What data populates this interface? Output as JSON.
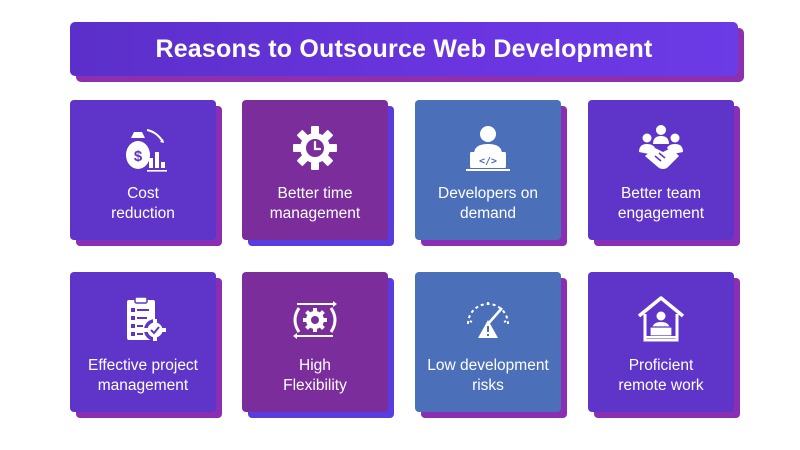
{
  "title": "Reasons to Outsource Web Development",
  "cards": [
    {
      "label_line1": "Cost",
      "label_line2": "reduction",
      "icon": "money-bag-chart-icon"
    },
    {
      "label_line1": "Better time",
      "label_line2": "management",
      "icon": "gear-clock-icon"
    },
    {
      "label_line1": "Developers on",
      "label_line2": "demand",
      "icon": "developer-laptop-icon"
    },
    {
      "label_line1": "Better team",
      "label_line2": "engagement",
      "icon": "team-handshake-icon"
    },
    {
      "label_line1": "Effective project",
      "label_line2": "management",
      "icon": "clipboard-gear-icon"
    },
    {
      "label_line1": "High",
      "label_line2": "Flexibility",
      "icon": "gear-arrows-icon"
    },
    {
      "label_line1": "Low development",
      "label_line2": "risks",
      "icon": "risk-gauge-icon"
    },
    {
      "label_line1": "Proficient",
      "label_line2": "remote work",
      "icon": "home-worker-icon"
    }
  ],
  "colors": {
    "banner": "#6a35e0",
    "violet": "#5f35c9",
    "plum": "#7b2d9c",
    "blue": "#4b6fb8"
  }
}
